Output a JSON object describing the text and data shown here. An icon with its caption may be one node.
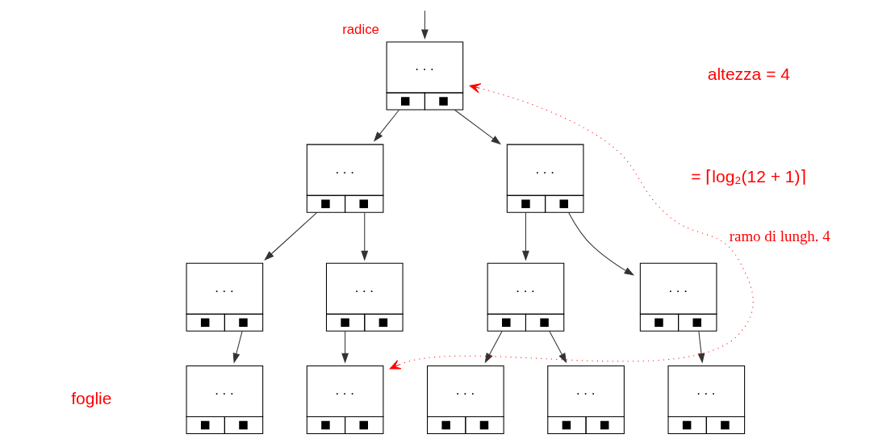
{
  "diagram": {
    "nodes": [
      {
        "text": [
          ". . ."
        ],
        "beside": [
          "radice"
        ]
      },
      {
        "text": [
          ". . ."
        ]
      },
      {
        "text": [
          ". . ."
        ]
      },
      {
        "text": [
          ". . ."
        ]
      },
      {
        "text": [
          ". . ."
        ]
      },
      {
        "text": [
          ". . ."
        ]
      },
      {
        "text": [
          ". . ."
        ]
      },
      {
        "text": [
          ". . ."
        ]
      },
      {
        "text": [
          ". . ."
        ]
      },
      {
        "text": [
          ". . ."
        ]
      },
      {
        "text": [
          ". . ."
        ]
      },
      {
        "text": [
          ". . ."
        ]
      }
    ],
    "edges": [
      {
        "from": null,
        "to": 0,
        "arrow": "to"
      },
      {
        "from": 0,
        "to": 1,
        "arrow": "to"
      },
      {
        "from": 0,
        "to": 2,
        "arrow": "to"
      },
      {
        "from": 1,
        "to": 3,
        "arrow": "to"
      },
      {
        "from": 1,
        "to": 4,
        "arrow": "to"
      },
      {
        "from": 2,
        "to": 5,
        "arrow": "to"
      },
      {
        "from": 2,
        "to": 6,
        "arrow": "to"
      },
      {
        "from": 3,
        "to": 7,
        "arrow": "to"
      },
      {
        "from": 4,
        "to": 8,
        "arrow": "to"
      },
      {
        "from": 5,
        "to": 9,
        "arrow": "to"
      },
      {
        "from": 5,
        "to": 10,
        "arrow": "to"
      },
      {
        "from": 6,
        "to": 11,
        "arrow": "to"
      },
      {
        "from": 8,
        "to": 0,
        "arrow": "both",
        "style": "dashed",
        "color": "#ff0000",
        "label": "ramo di lungh. 4"
      }
    ],
    "labels": [
      "altezza = 4",
      "= ⌈log₂(12 + 1)⌉",
      "foglie"
    ]
  }
}
